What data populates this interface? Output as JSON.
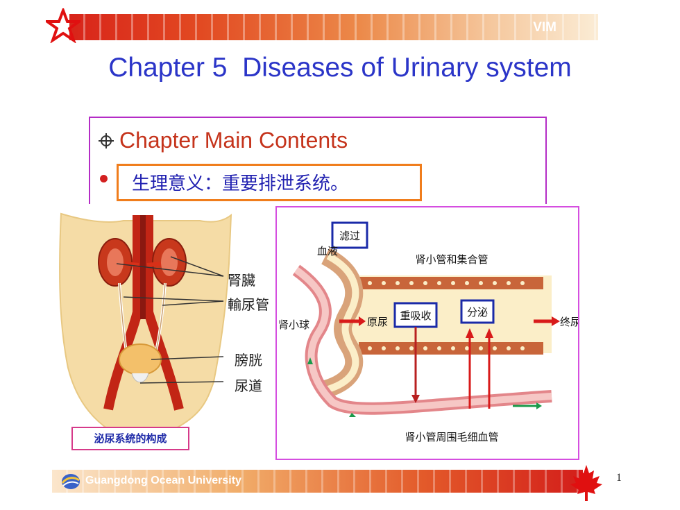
{
  "header": {
    "brand": "VIM"
  },
  "title": "Chapter 5  Diseases of Urinary system",
  "contents": {
    "heading": "Chapter Main Contents",
    "bullet": "生理意义：重要排泄系统。"
  },
  "anatomy": {
    "labels": {
      "kidney": "腎臟",
      "ureter": "輸尿管",
      "bladder": "膀胱",
      "urethra": "尿道"
    },
    "caption": "泌尿系统的构成"
  },
  "diagram": {
    "blood": "血液",
    "filtration": "滤过",
    "tubule": "肾小管和集合管",
    "glomerulus": "肾小球",
    "primary_urine": "原尿",
    "reabsorption": "重吸收",
    "secretion": "分泌",
    "final_urine": "终尿",
    "capillary": "肾小管周围毛细血管"
  },
  "footer": {
    "university": "Guangdong Ocean University",
    "page": "1"
  },
  "colors": {
    "title": "#2b35c8",
    "heading": "#c5331b",
    "bullet_text": "#2020b0",
    "banner_red": "#d8241a"
  }
}
